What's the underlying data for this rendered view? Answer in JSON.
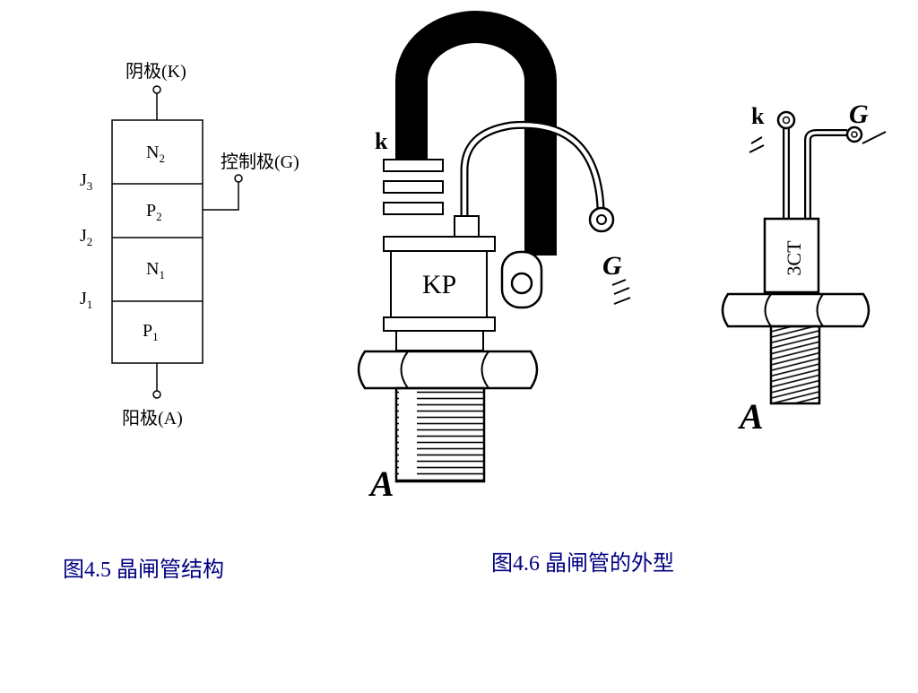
{
  "figure_45": {
    "caption": "图4.5 晶闸管结构",
    "terminals": {
      "cathode": "阴极(K)",
      "gate": "控制极(G)",
      "anode": "阳极(A)"
    },
    "layers": [
      {
        "letter": "N",
        "sub": "2"
      },
      {
        "letter": "P",
        "sub": "2"
      },
      {
        "letter": "N",
        "sub": "1"
      },
      {
        "letter": "P",
        "sub": "1"
      }
    ],
    "junctions": [
      {
        "letter": "J",
        "sub": "3"
      },
      {
        "letter": "J",
        "sub": "2"
      },
      {
        "letter": "J",
        "sub": "1"
      }
    ]
  },
  "figure_46": {
    "caption": "图4.6 晶闸管的外型",
    "large_device": {
      "body_label": "KP",
      "k_label": "k",
      "g_label": "G",
      "a_label": "A"
    },
    "small_device": {
      "body_label": "3CT",
      "k_label": "k",
      "g_label": "G",
      "a_label": "A"
    }
  },
  "colors": {
    "ink": "#000000",
    "caption": "#000080",
    "background": "#ffffff"
  }
}
